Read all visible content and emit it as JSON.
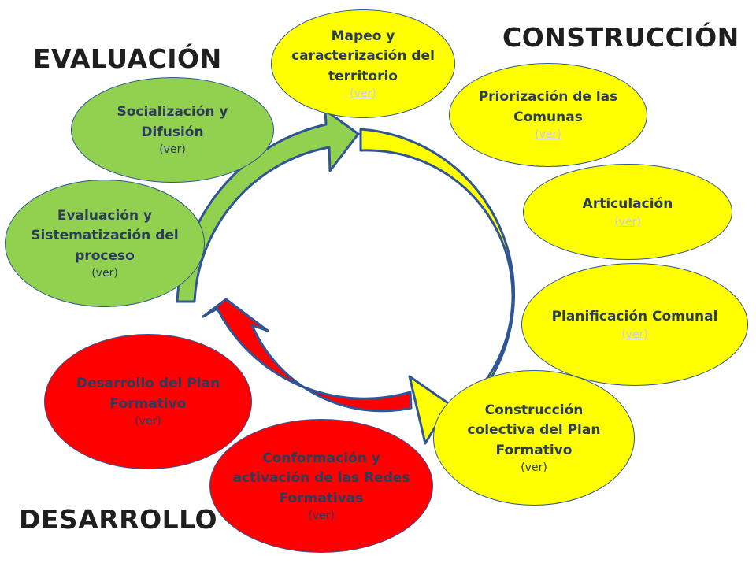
{
  "sections": {
    "evaluacion": "EVALUACIÓN",
    "construccion": "CONSTRUCCIÓN",
    "desarrollo": "DESARROLLO"
  },
  "colors": {
    "construccion": "#ffff00",
    "evaluacion": "#92d050",
    "desarrollo": "#ff0000",
    "outline": "#2f5597",
    "text": "#2b3d5a"
  },
  "nodes": {
    "mapeo": {
      "label": "Mapeo y caracterización del territorio",
      "link": "(ver)"
    },
    "priorizacion": {
      "label": "Priorización de las Comunas",
      "link": "(ver)"
    },
    "articulacion": {
      "label": "Articulación",
      "link": "(ver)"
    },
    "planificacion": {
      "label": "Planificación Comunal",
      "link": "(ver)"
    },
    "construccion_colectiva": {
      "label": "Construcción colectiva del Plan Formativo",
      "link": "(ver)"
    },
    "conformacion": {
      "label": "Conformación y activación de las Redes Formativas",
      "link": "(ver)"
    },
    "desarrollo_plan": {
      "label": "Desarrollo del Plan Formativo",
      "link": "(ver)"
    },
    "evaluacion_sistematizacion": {
      "label": "Evaluación y Sistematización del proceso",
      "link": "(ver)"
    },
    "socializacion": {
      "label": "Socialización y Difusión",
      "link": "(ver)"
    }
  }
}
